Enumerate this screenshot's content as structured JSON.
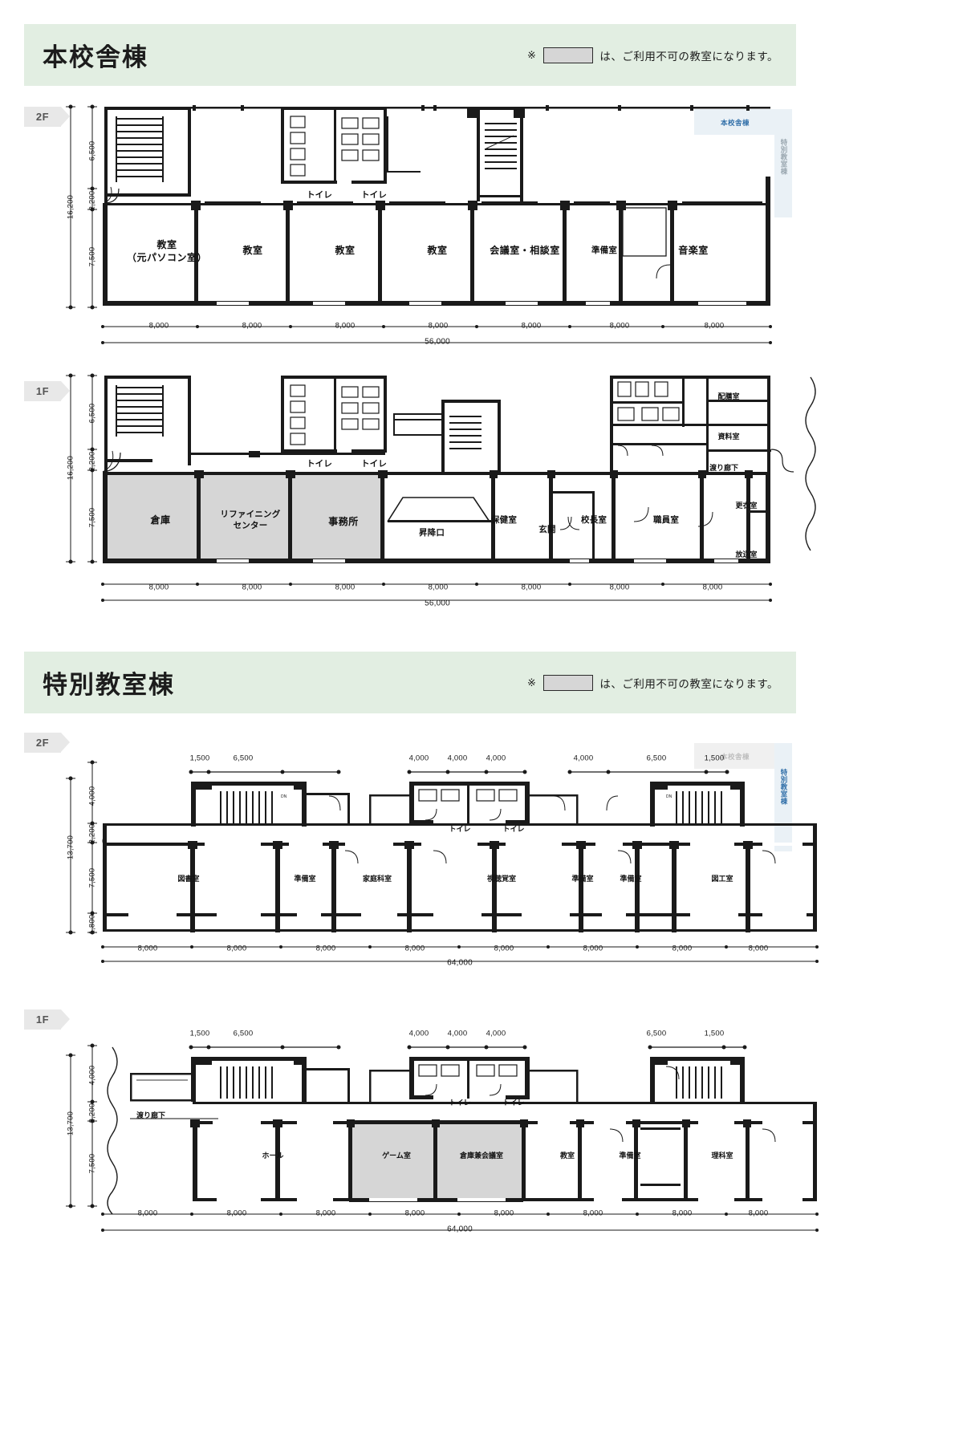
{
  "sections": [
    {
      "id": "main-building",
      "title": "本校舎棟",
      "note_mark": "※",
      "note_text": "は、ご利用不可の教室になります。",
      "keymap": {
        "active": "本校舎棟",
        "other": "特別教室棟"
      },
      "floors": [
        {
          "tag": "2F",
          "total_width": "56,000",
          "bays": [
            "8,000",
            "8,000",
            "8,000",
            "8,000",
            "8,000",
            "8,000",
            "8,000"
          ],
          "vert_total": "16,200",
          "vert_segments": [
            "6,500",
            "2,200",
            "7,500"
          ],
          "rooms": [
            {
              "name": "教室（元パソコン室）",
              "lines": [
                "教室",
                "（元パソコン室）"
              ],
              "unavailable": false
            },
            {
              "name": "教室",
              "lines": [
                "教室"
              ],
              "unavailable": false
            },
            {
              "name": "教室",
              "lines": [
                "教室"
              ],
              "unavailable": false
            },
            {
              "name": "教室",
              "lines": [
                "教室"
              ],
              "unavailable": false
            },
            {
              "name": "会議室・相談室",
              "lines": [
                "会議室・相談室"
              ],
              "unavailable": false
            },
            {
              "name": "準備室",
              "lines": [
                "準備室"
              ],
              "unavailable": false
            },
            {
              "name": "音楽室",
              "lines": [
                "音楽室"
              ],
              "unavailable": false
            },
            {
              "name": "トイレ",
              "lines": [
                "トイレ"
              ],
              "unavailable": false
            },
            {
              "name": "トイレ",
              "lines": [
                "トイレ"
              ],
              "unavailable": false
            }
          ]
        },
        {
          "tag": "1F",
          "total_width": "56,000",
          "bays": [
            "8,000",
            "8,000",
            "8,000",
            "8,000",
            "8,000",
            "8,000",
            "8,000"
          ],
          "vert_total": "16,200",
          "vert_segments": [
            "6,500",
            "2,200",
            "7,500"
          ],
          "rooms": [
            {
              "name": "倉庫",
              "lines": [
                "倉庫"
              ],
              "unavailable": true
            },
            {
              "name": "リファイニングセンター",
              "lines": [
                "リファイニング",
                "センター"
              ],
              "unavailable": true
            },
            {
              "name": "事務所",
              "lines": [
                "事務所"
              ],
              "unavailable": true
            },
            {
              "name": "昇降口",
              "lines": [
                "昇降口"
              ],
              "unavailable": false
            },
            {
              "name": "保健室",
              "lines": [
                "保健室"
              ],
              "unavailable": false
            },
            {
              "name": "玄関",
              "lines": [
                "玄関"
              ],
              "unavailable": false
            },
            {
              "name": "校長室",
              "lines": [
                "校長室"
              ],
              "unavailable": false
            },
            {
              "name": "職員室",
              "lines": [
                "職員室"
              ],
              "unavailable": false
            },
            {
              "name": "配膳室",
              "lines": [
                "配膳室"
              ],
              "unavailable": false
            },
            {
              "name": "資料室",
              "lines": [
                "資料室"
              ],
              "unavailable": false
            },
            {
              "name": "渡り廊下",
              "lines": [
                "渡り廊下"
              ],
              "unavailable": false
            },
            {
              "name": "更衣室",
              "lines": [
                "更衣室"
              ],
              "unavailable": false
            },
            {
              "name": "放送室",
              "lines": [
                "放送室"
              ],
              "unavailable": false
            },
            {
              "name": "トイレ",
              "lines": [
                "トイレ"
              ],
              "unavailable": false
            },
            {
              "name": "トイレ",
              "lines": [
                "トイレ"
              ],
              "unavailable": false
            }
          ]
        }
      ]
    },
    {
      "id": "special-building",
      "title": "特別教室棟",
      "note_mark": "※",
      "note_text": "は、ご利用不可の教室になります。",
      "keymap": {
        "active": "特別教室棟",
        "other": "本校舎棟"
      },
      "floors": [
        {
          "tag": "2F",
          "total_width": "64,000",
          "bays": [
            "8,000",
            "8,000",
            "8,000",
            "8,000",
            "8,000",
            "8,000",
            "8,000",
            "8,000"
          ],
          "top_dims": [
            "1,500",
            "6,500",
            "4,000",
            "4,000",
            "4,000",
            "4,000",
            "6,500",
            "1,500"
          ],
          "vert_total": "13,700",
          "vert_segments": [
            "4,000",
            "2,200",
            "7,500",
            "1,800"
          ],
          "rooms": [
            {
              "name": "図書室",
              "lines": [
                "図書室"
              ],
              "unavailable": false
            },
            {
              "name": "準備室",
              "lines": [
                "準備室"
              ],
              "unavailable": false
            },
            {
              "name": "家庭科室",
              "lines": [
                "家庭科室"
              ],
              "unavailable": false
            },
            {
              "name": "視聴覚室",
              "lines": [
                "視聴覚室"
              ],
              "unavailable": false
            },
            {
              "name": "準備室",
              "lines": [
                "準備室"
              ],
              "unavailable": false
            },
            {
              "name": "準備室",
              "lines": [
                "準備室"
              ],
              "unavailable": false
            },
            {
              "name": "図工室",
              "lines": [
                "図工室"
              ],
              "unavailable": false
            },
            {
              "name": "トイレ",
              "lines": [
                "トイレ"
              ],
              "unavailable": false
            },
            {
              "name": "トイレ",
              "lines": [
                "トイレ"
              ],
              "unavailable": false
            }
          ]
        },
        {
          "tag": "1F",
          "total_width": "64,000",
          "bays": [
            "8,000",
            "8,000",
            "8,000",
            "8,000",
            "8,000",
            "8,000",
            "8,000",
            "8,000"
          ],
          "top_dims": [
            "1,500",
            "6,500",
            "4,000",
            "4,000",
            "4,000",
            "6,500",
            "1,500"
          ],
          "vert_total": "13,700",
          "vert_segments": [
            "4,000",
            "2,200",
            "7,500"
          ],
          "rooms": [
            {
              "name": "渡り廊下",
              "lines": [
                "渡り廊下"
              ],
              "unavailable": false
            },
            {
              "name": "ホール",
              "lines": [
                "ホール"
              ],
              "unavailable": false
            },
            {
              "name": "ゲーム室",
              "lines": [
                "ゲーム室"
              ],
              "unavailable": true
            },
            {
              "name": "倉庫兼会議室",
              "lines": [
                "倉庫兼会議室"
              ],
              "unavailable": true
            },
            {
              "name": "教室",
              "lines": [
                "教室"
              ],
              "unavailable": false
            },
            {
              "name": "準備室",
              "lines": [
                "準備室"
              ],
              "unavailable": false
            },
            {
              "name": "理科室",
              "lines": [
                "理科室"
              ],
              "unavailable": false
            },
            {
              "name": "トイレ",
              "lines": [
                "トイレ"
              ],
              "unavailable": false
            },
            {
              "name": "トイレ",
              "lines": [
                "トイレ"
              ],
              "unavailable": false
            }
          ]
        }
      ]
    }
  ],
  "colors": {
    "band": "#e2eee2",
    "unavailable_fill": "#d6d6d6",
    "wall": "#1a1a1a",
    "keymap_accent": "#2f6ea8",
    "floor_tag": "#e8e8e8"
  }
}
